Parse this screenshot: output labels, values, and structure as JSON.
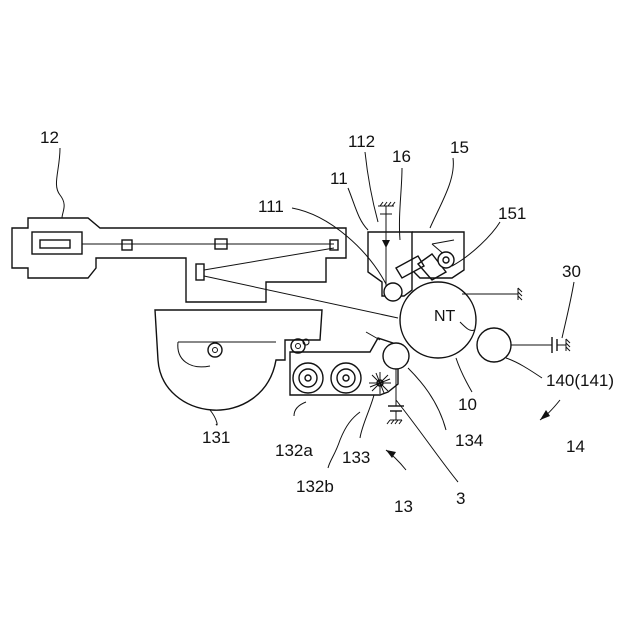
{
  "figure": {
    "labels": {
      "l12": "12",
      "l112": "112",
      "l16": "16",
      "l15": "15",
      "l11": "11",
      "l111": "111",
      "l151": "151",
      "l30": "30",
      "nt": "NT",
      "l140": "140(141)",
      "l10": "10",
      "l14": "14",
      "l131": "131",
      "l132a": "132a",
      "l133": "133",
      "l134": "134",
      "l132b": "132b",
      "l13": "13",
      "l3": "3"
    }
  }
}
